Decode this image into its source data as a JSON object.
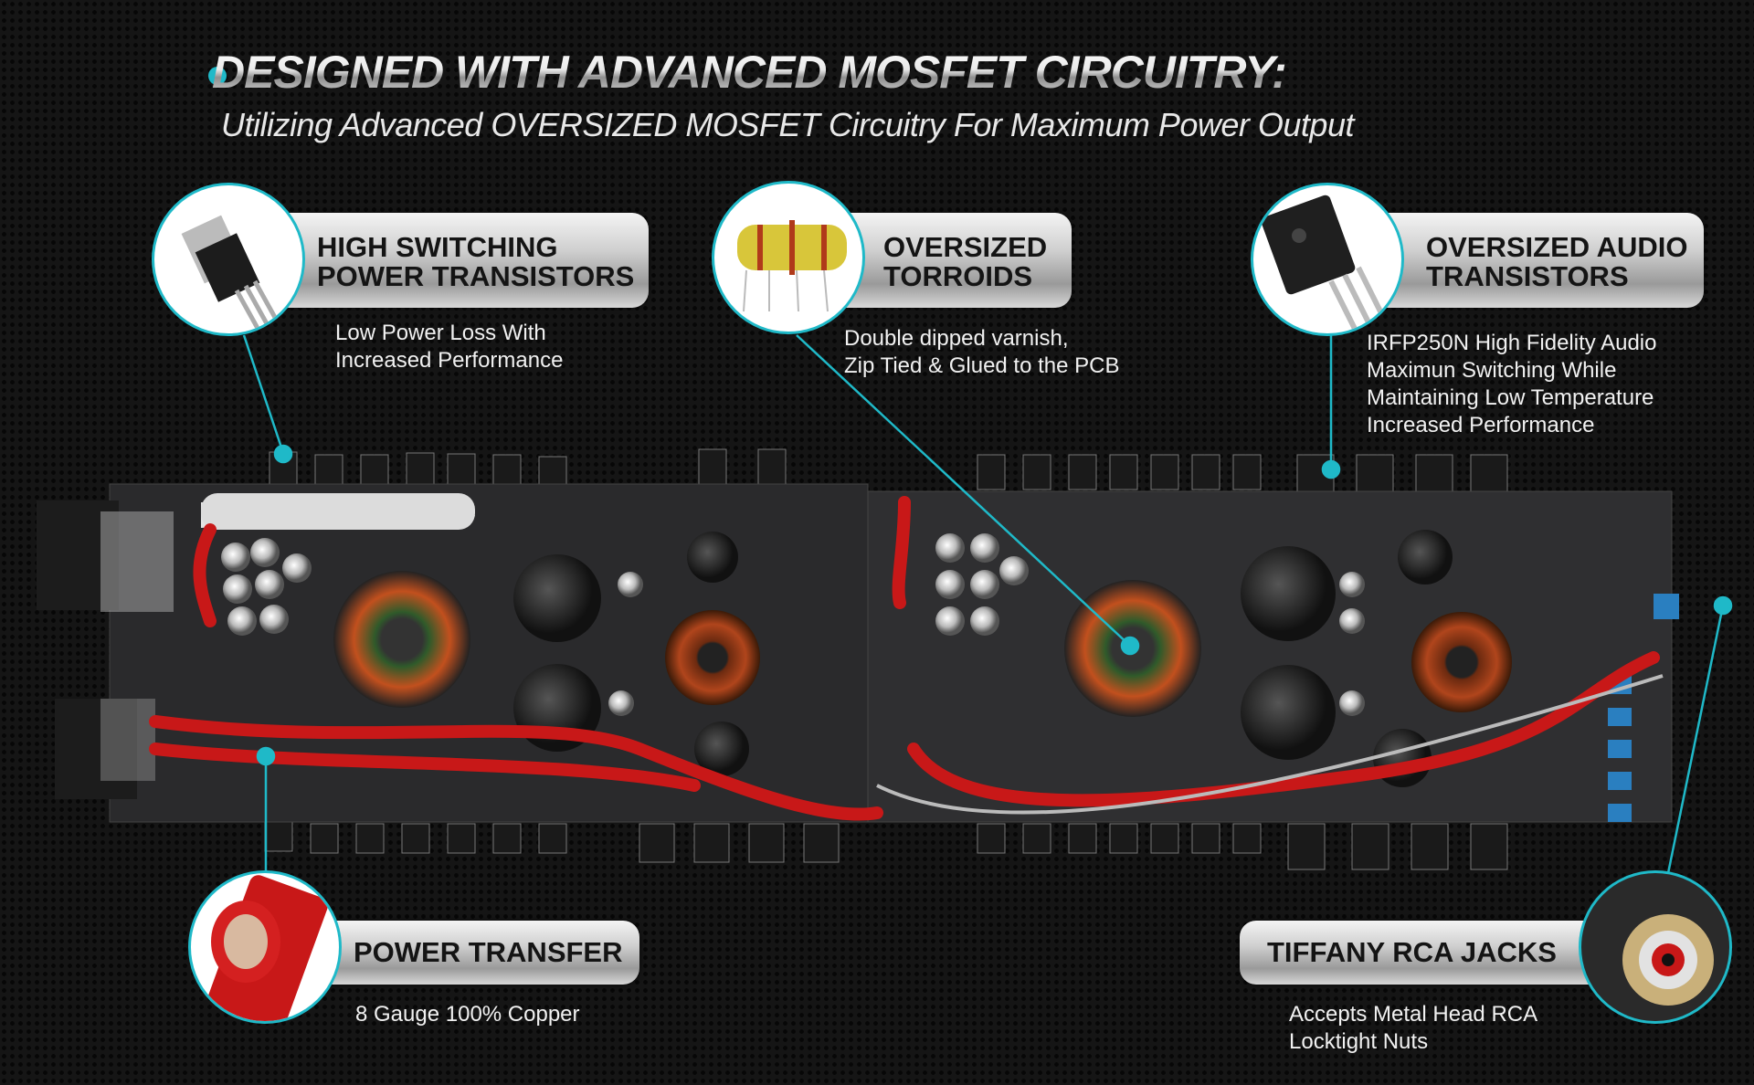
{
  "header": {
    "title": "DESIGNED WITH ADVANCED MOSFET CIRCUITRY:",
    "subtitle": "Utilizing Advanced OVERSIZED MOSFET Circuitry For Maximum Power Output"
  },
  "callouts": [
    {
      "icon": "mosfet-transistor-icon",
      "title_lines": [
        "HIGH SWITCHING",
        "POWER TRANSISTORS"
      ],
      "desc_lines": [
        "Low Power Loss With",
        "Increased Performance"
      ]
    },
    {
      "icon": "toroid-icon",
      "title_lines": [
        "OVERSIZED",
        "TORROIDS"
      ],
      "desc_lines": [
        "Double dipped varnish,",
        "Zip Tied & Glued to the PCB"
      ]
    },
    {
      "icon": "audio-transistor-icon",
      "title_lines": [
        "OVERSIZED AUDIO",
        "TRANSISTORS"
      ],
      "desc_lines": [
        "IRFP250N High Fidelity Audio",
        "Maximun Switching While",
        "Maintaining Low Temperature",
        "Increased Performance"
      ]
    },
    {
      "icon": "copper-cable-icon",
      "title_lines": [
        "POWER TRANSFER"
      ],
      "desc_lines": [
        "8 Gauge 100% Copper"
      ]
    },
    {
      "icon": "rca-jack-icon",
      "title_lines": [
        "TIFFANY RCA JACKS"
      ],
      "desc_lines": [
        "Accepts Metal Head RCA",
        "Locktight Nuts"
      ]
    }
  ],
  "colors": {
    "accent": "#1fb9c8",
    "cable": "#c81818",
    "board": "#2b2b2d"
  }
}
